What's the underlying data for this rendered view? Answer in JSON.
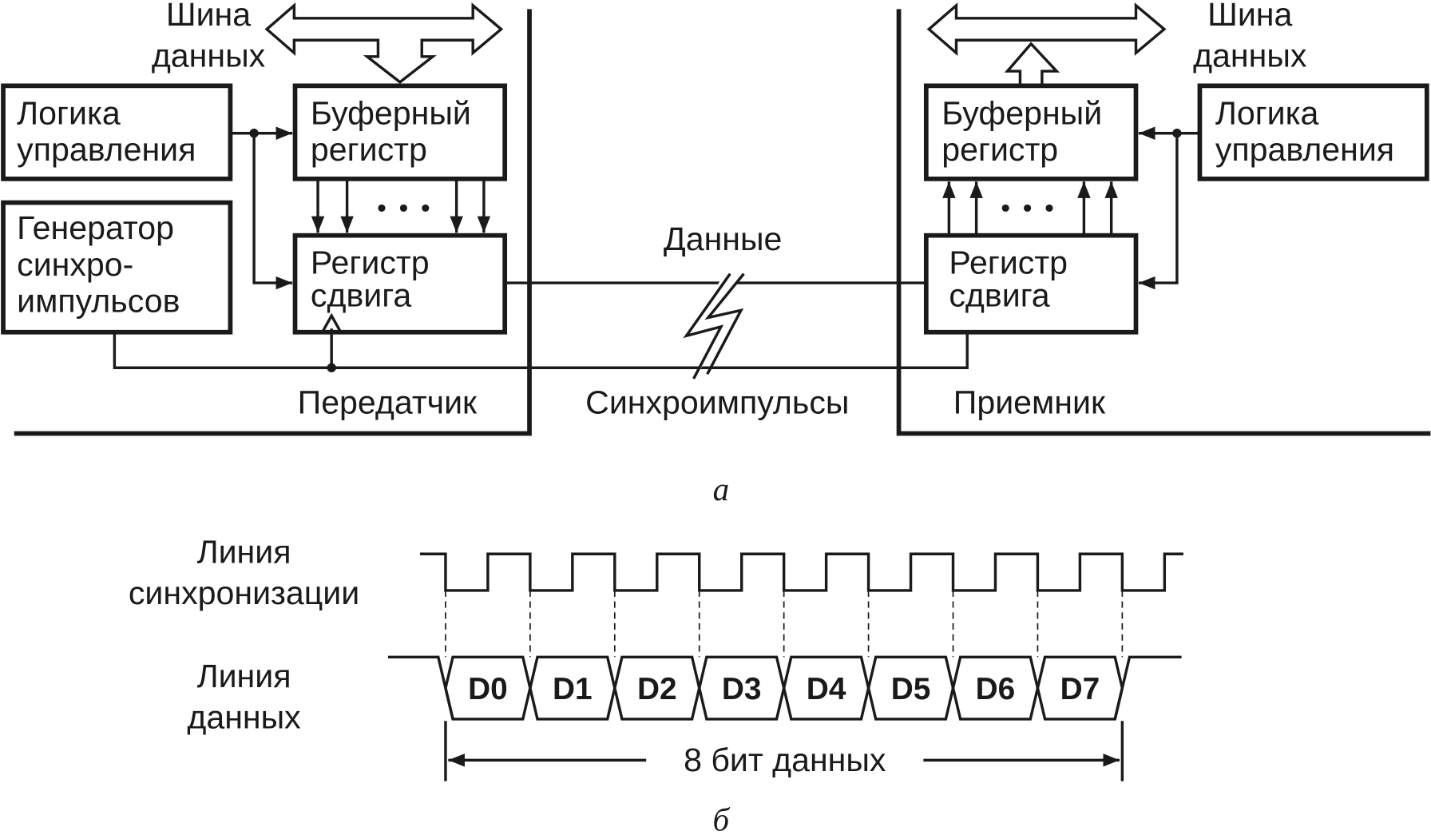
{
  "part_a": {
    "transmitter": {
      "bus_label": [
        "Шина",
        "данных"
      ],
      "control_logic": [
        "Логика",
        "управления"
      ],
      "buffer_register": [
        "Буферный",
        "регистр"
      ],
      "clock_generator": [
        "Генератор",
        "синхро-",
        "импульсов"
      ],
      "shift_register": [
        "Регистр",
        "сдвига"
      ],
      "title": "Передатчик"
    },
    "receiver": {
      "bus_label": [
        "Шина",
        "данных"
      ],
      "control_logic": [
        "Логика",
        "управления"
      ],
      "buffer_register": [
        "Буферный",
        "регистр"
      ],
      "shift_register": [
        "Регистр",
        "сдвига"
      ],
      "title": "Приемник"
    },
    "data_line_label": "Данные",
    "sync_line_label": "Синхроимпульсы",
    "caption": "а"
  },
  "part_b": {
    "clock_line_label": [
      "Линия",
      "синхронизации"
    ],
    "data_line_label": [
      "Линия",
      "данных"
    ],
    "bits": [
      "D0",
      "D1",
      "D2",
      "D3",
      "D4",
      "D5",
      "D6",
      "D7"
    ],
    "dimension_label": "8 бит данных",
    "caption": "б"
  }
}
